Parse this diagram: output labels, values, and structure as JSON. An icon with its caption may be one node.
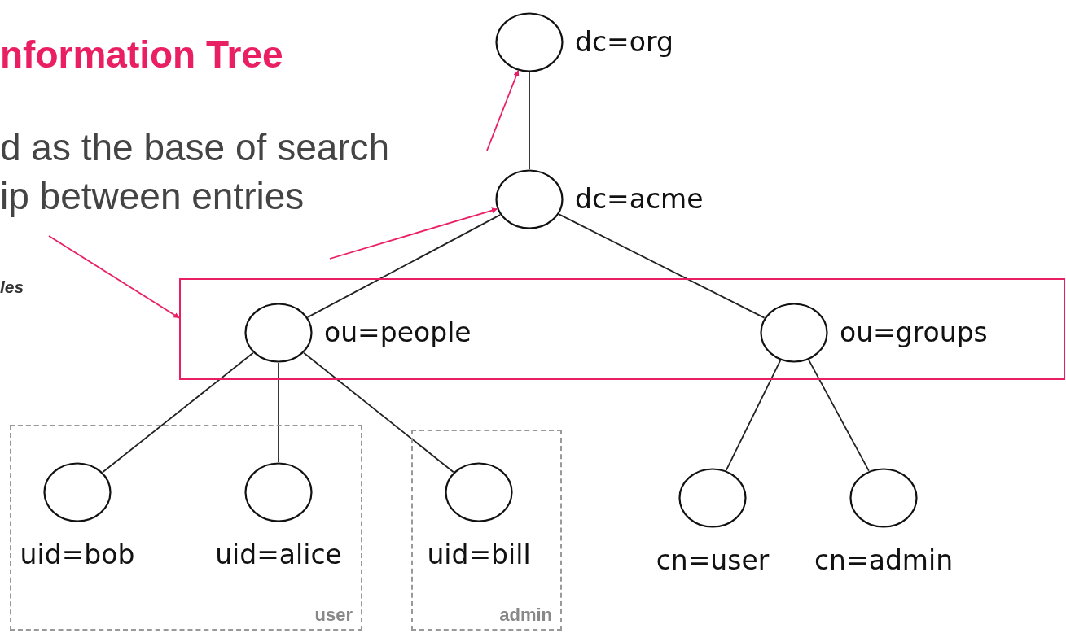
{
  "diagram": {
    "title": "nformation Tree",
    "nodes": [
      {
        "text": [],
        "shape": "circle",
        "beside": [
          "dc=org"
        ]
      },
      {
        "text": [],
        "shape": "circle",
        "beside": [
          "dc=acme"
        ]
      },
      {
        "text": [],
        "shape": "box"
      },
      {
        "text": [],
        "shape": "circle",
        "beside": [
          "ou=people"
        ],
        "in": 2
      },
      {
        "text": [],
        "shape": "circle",
        "beside": [
          "ou=groups"
        ],
        "in": 2
      },
      {
        "text": [
          "user"
        ]
      },
      {
        "text": [],
        "shape": "circle",
        "beside": [
          "uid=bob"
        ],
        "in": 5
      },
      {
        "text": [],
        "shape": "circle",
        "beside": [
          "uid=alice"
        ],
        "in": 5
      },
      {
        "text": [
          "admin"
        ]
      },
      {
        "text": [],
        "shape": "circle",
        "beside": [
          "uid=bill"
        ],
        "in": 8
      },
      {
        "text": [],
        "shape": "circle",
        "beside": [
          "cn=user"
        ]
      },
      {
        "text": [],
        "shape": "circle",
        "beside": [
          "cn=admin"
        ]
      }
    ],
    "edges": [
      {
        "from": 0,
        "to": 1,
        "arrow": "none"
      },
      {
        "from": 1,
        "to": 3,
        "arrow": "none"
      },
      {
        "from": 1,
        "to": 4,
        "arrow": "none"
      },
      {
        "from": 3,
        "to": 6,
        "arrow": "none"
      },
      {
        "from": 3,
        "to": 7,
        "arrow": "none"
      },
      {
        "from": 3,
        "to": 9,
        "arrow": "none"
      },
      {
        "from": 4,
        "to": 10,
        "arrow": "none"
      },
      {
        "from": 4,
        "to": 11,
        "arrow": "none"
      },
      {
        "from": null,
        "to": 0,
        "arrow": "to",
        "color": "#e91e63"
      },
      {
        "from": null,
        "to": 1,
        "arrow": "to",
        "color": "#e91e63"
      },
      {
        "from": null,
        "to": 2,
        "arrow": "to",
        "color": "#e91e63"
      }
    ],
    "labels": [
      "d as the base of search ip between entries",
      "les"
    ]
  }
}
